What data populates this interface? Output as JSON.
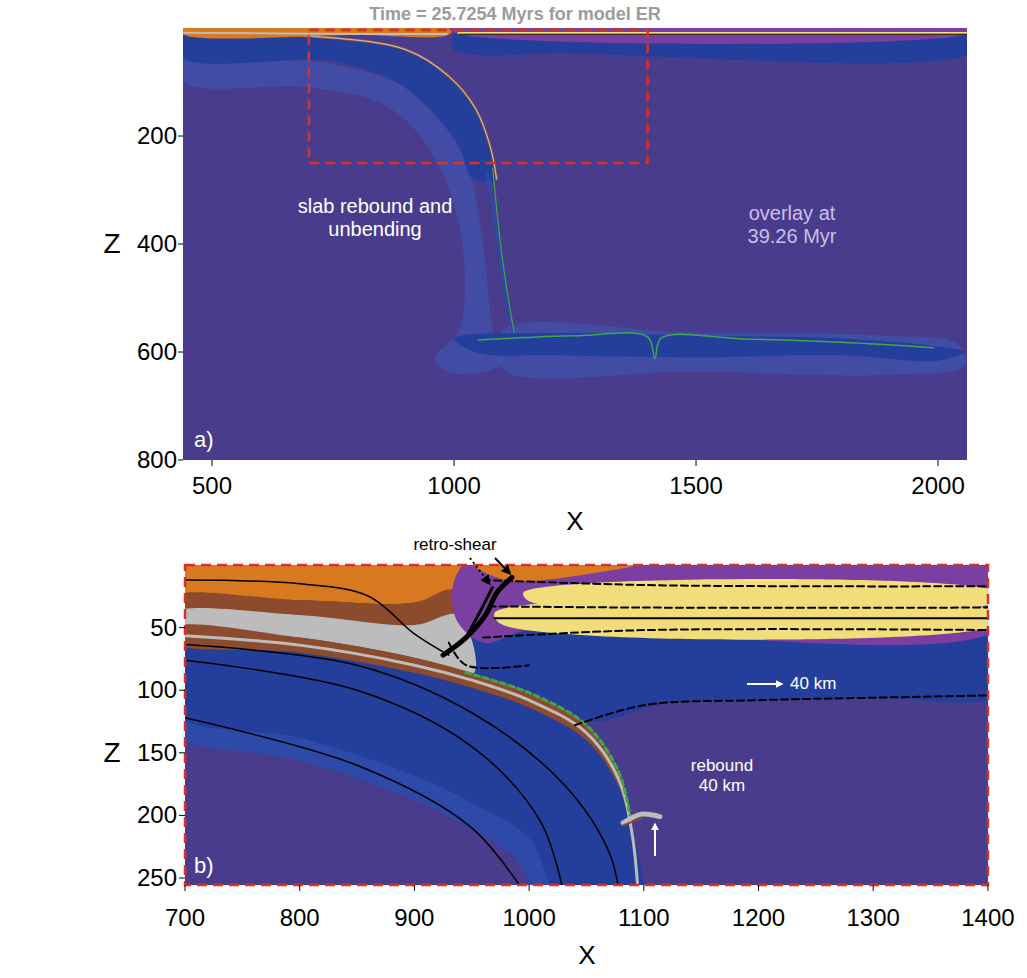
{
  "diagram": {
    "title": "Time = 25.7254 Myrs for model ER",
    "labels": [
      "200",
      "400",
      "600",
      "800",
      "Z",
      "500",
      "1000",
      "1500",
      "2000",
      "X",
      "a)",
      "slab rebound and unbending",
      "overlay at 39.26 Myr",
      "retro-shear",
      "50",
      "100",
      "150",
      "200",
      "250",
      "Z",
      "700",
      "800",
      "900",
      "1000",
      "1100",
      "1200",
      "1300",
      "1400",
      "X",
      "b)",
      "40 km",
      "rebound 40 km"
    ]
  }
}
